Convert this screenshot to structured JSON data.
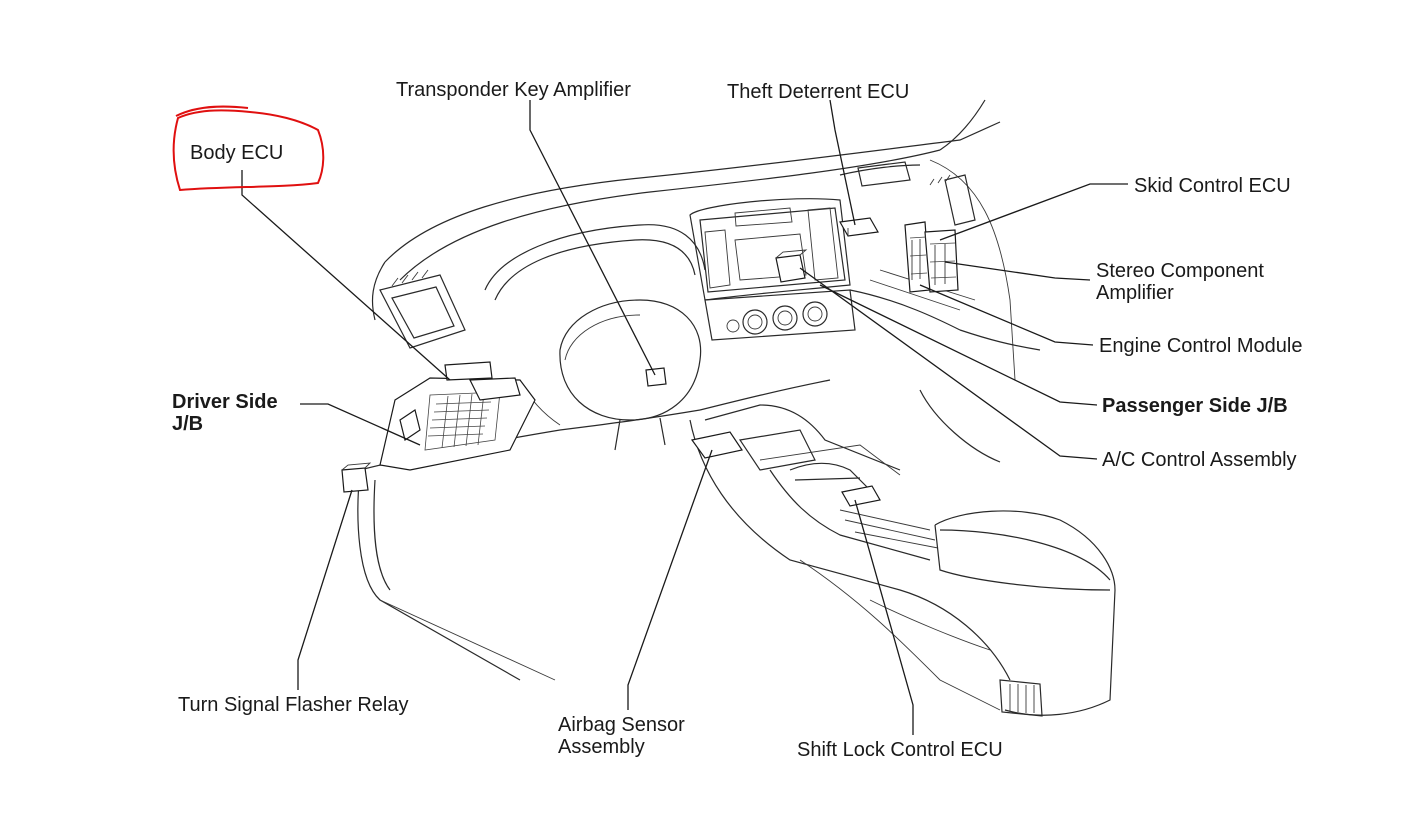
{
  "labels": {
    "transponder_key_amplifier": "Transponder Key Amplifier",
    "theft_deterrent_ecu": "Theft Deterrent ECU",
    "body_ecu": "Body ECU",
    "skid_control_ecu": "Skid Control ECU",
    "stereo_component_amplifier_line1": "Stereo Component",
    "stereo_component_amplifier_line2": "Amplifier",
    "engine_control_module": "Engine Control Module",
    "driver_side_jb_line1": "Driver Side",
    "driver_side_jb_line2": "J/B",
    "passenger_side_jb": "Passenger Side J/B",
    "ac_control_assembly": "A/C Control Assembly",
    "turn_signal_flasher_relay": "Turn Signal Flasher Relay",
    "airbag_sensor_assembly_line1": "Airbag Sensor",
    "airbag_sensor_assembly_line2": "Assembly",
    "shift_lock_control_ecu": "Shift Lock Control ECU"
  },
  "colors": {
    "ink": "#1a1a1a",
    "highlight": "#e01010",
    "background": "#ffffff"
  }
}
